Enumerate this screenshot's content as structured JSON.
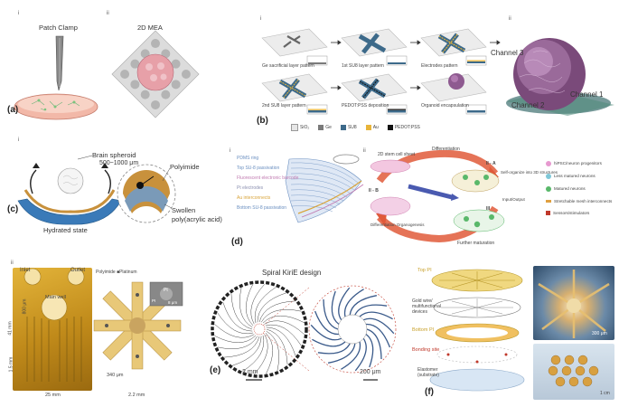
{
  "panel_labels": {
    "a": "(a)",
    "b": "(b)",
    "c": "(c)",
    "d": "(d)",
    "e": "(e)",
    "f": "(f)"
  },
  "sub_labels": {
    "i": "i",
    "ii": "ii"
  },
  "panel_a": {
    "patch_clamp": "Patch Clamp",
    "mea_2d": "2D MEA"
  },
  "panel_b": {
    "step_labels": [
      "Ge sacrificial layer pattern",
      "1st SU8 layer pattern",
      "Electrodes pattern",
      "2nd SU8 layer pattern",
      "PEDOT:PSS deposition",
      "Organoid encapsulation"
    ],
    "legend": [
      "SiO₂",
      "Ge",
      "SU8",
      "Au",
      "PEDOT:PSS"
    ],
    "legend_colors": [
      "#e6e6e6",
      "#7a7a7a",
      "#3d6a8a",
      "#e8b43a",
      "#111111"
    ],
    "channels": [
      "Channel 3",
      "Channel 2",
      "Channel 1"
    ]
  },
  "panel_c": {
    "spheroid_title": "Brain spheroid",
    "spheroid_size": "500~1000 μm",
    "polyimide": "Polyimide",
    "swollen_1": "Swollen",
    "swollen_2": "poly(acrylic acid)",
    "hydrated": "Hydrated state"
  },
  "panel_d": {
    "layers": [
      "PDMS ring",
      "Top SU-8 passivation",
      "Fluorescent electronic barcode",
      "Pt electrodes",
      "Au interconnects",
      "Bottom SU-8 passivation"
    ],
    "layer_colors": [
      "#6a8fc0",
      "#6a8fc0",
      "#c07ab0",
      "#8a8fb0",
      "#d9a43a",
      "#6a8fc0"
    ],
    "cycle_labels": [
      "2D stem cell sheet",
      "Differentiation",
      "II - A",
      "Self-organize into 3D structures",
      "II - B",
      "Differentiation Organogenesis",
      "III",
      "Further maturation",
      "Input/Output"
    ],
    "legend": [
      "hiPSC/neuron progenitors",
      "Less matured neurons",
      "Matured neurons",
      "Stretchable mesh interconnects",
      "Sensors/stimulators"
    ],
    "legend_colors": [
      "#e79ad0",
      "#7fc8d8",
      "#59b86a",
      "#e0a040",
      "#c0392b"
    ]
  },
  "panel_bottom_left": {
    "inlet": "Inlet",
    "outlet": "Outlet",
    "legend": "Polyimide  ■Platinum",
    "main_well": "Main well",
    "dims": [
      "41 mm",
      "800 μm",
      "1.5 mm",
      "25 mm",
      "340 μm",
      "2.2 mm",
      "8 μm"
    ],
    "pt": "Pt",
    "pi": "PI"
  },
  "panel_e": {
    "title": "Spiral KiriE design",
    "scale_left": "2 mm",
    "scale_right": "200 μm"
  },
  "panel_f": {
    "layers": [
      "Top PI",
      "Gold wire/ multifunctional devices",
      "Bottom PI",
      "Bonding site",
      "Elastomer (substrate)"
    ],
    "scale_top": "300 μm",
    "scale_bottom": "1 cm"
  }
}
